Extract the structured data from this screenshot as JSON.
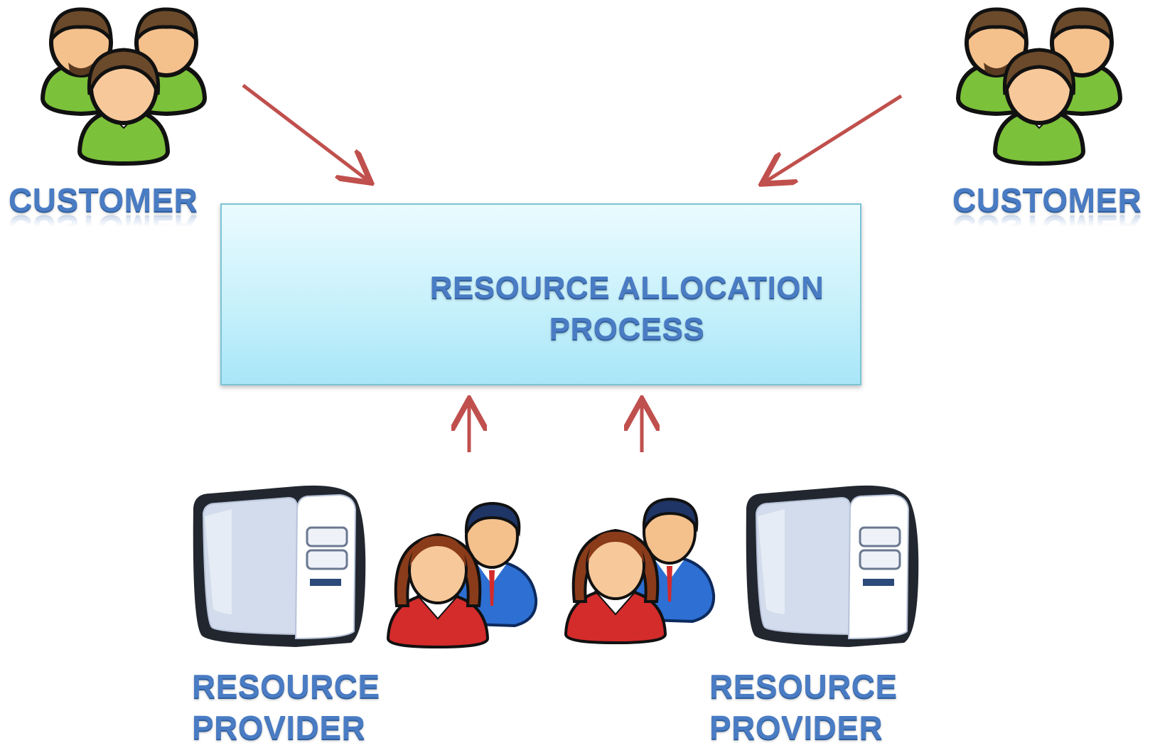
{
  "customers": [
    {
      "label": "CUSTOMER",
      "icon": "customer-group-icon"
    },
    {
      "label": "CUSTOMER",
      "icon": "customer-group-icon"
    }
  ],
  "process": {
    "title": "RESOURCE ALLOCATION\nPROCESS"
  },
  "providers": [
    {
      "label": "RESOURCE\nPROVIDER",
      "icon": "server-icon"
    },
    {
      "label": "RESOURCE\nPROVIDER",
      "icon": "server-icon"
    }
  ],
  "colors": {
    "arrow": "#c0504d",
    "label_text": "#4a7cc4",
    "box_fill": "#c8f1fb",
    "box_border": "#7cc3d6",
    "customer_shirt": "#7cc13a",
    "staff_female_shirt": "#d42b2b",
    "staff_male_suit": "#2d6fd2"
  }
}
